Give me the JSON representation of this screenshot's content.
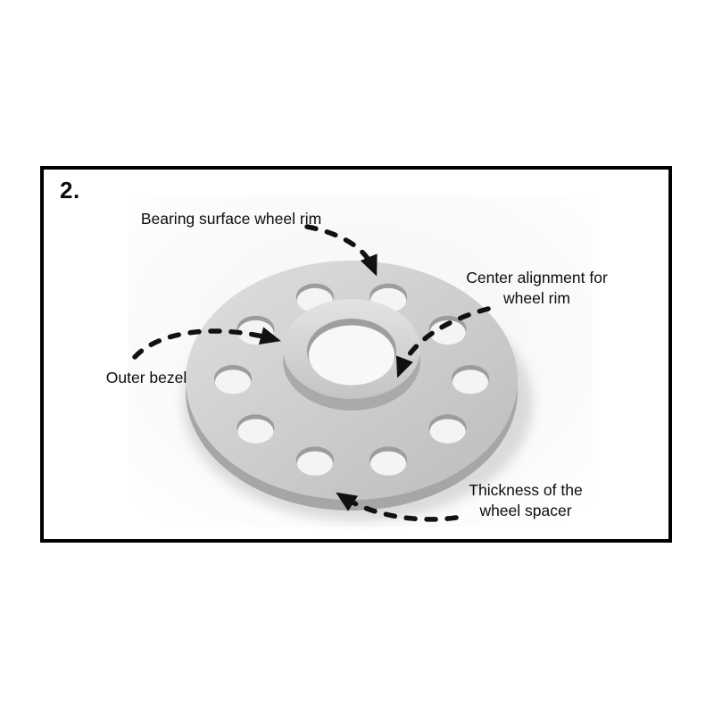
{
  "panel": {
    "step_number": "2.",
    "border_color": "#000000",
    "background_color": "#ffffff"
  },
  "annotations": {
    "bearing_surface": "Bearing surface wheel rim",
    "center_alignment": "Center alignment for wheel rim",
    "outer_bezel": "Outer bezel",
    "thickness": "Thickness of the wheel spacer"
  },
  "illustration": {
    "subject": "aluminium wheel spacer, angled top view",
    "disc_color": "#cbcbcb",
    "hub_color": "#d6d6d6",
    "hole_count": 10,
    "arrow_style": "black dashed curve with solid arrowhead"
  },
  "icons": {
    "dashed_arrow": "curved-dashed-arrow"
  }
}
